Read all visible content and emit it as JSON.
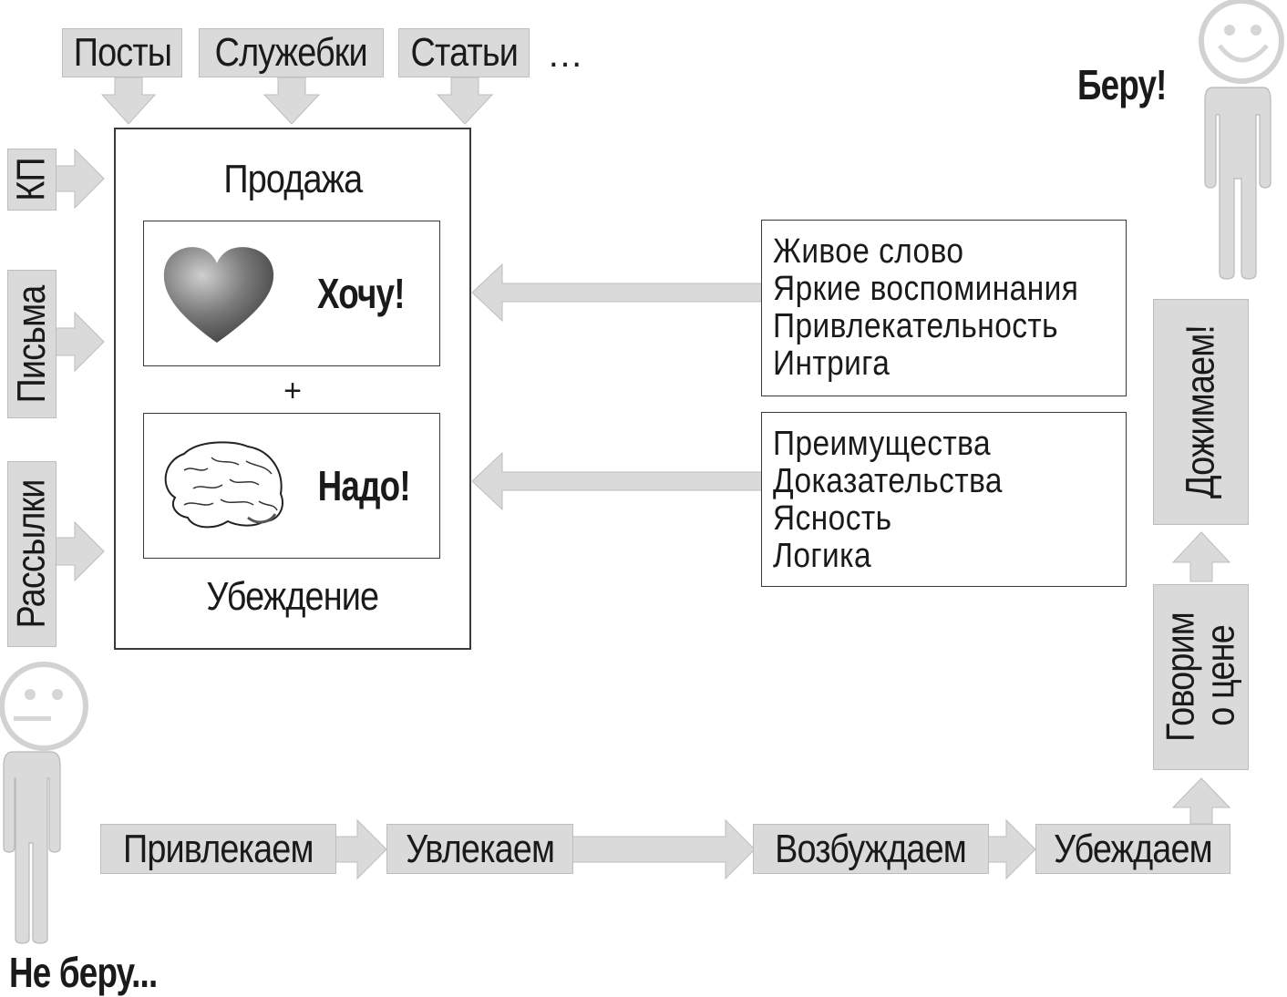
{
  "sources_top": [
    {
      "label": "Посты"
    },
    {
      "label": "Служебки"
    },
    {
      "label": "Статьи"
    }
  ],
  "sources_top_more": "…",
  "sources_left": [
    {
      "label": "КП"
    },
    {
      "label": "Письма"
    },
    {
      "label": "Рассылки"
    }
  ],
  "center": {
    "title_top": "Продажа",
    "emotion_label": "Хочу!",
    "plus": "+",
    "logic_label": "Надо!",
    "title_bottom": "Убеждение"
  },
  "emotion_factors": [
    "Живое слово",
    "Яркие воспоминания",
    "Привлекательность",
    "Интрига"
  ],
  "logic_factors": [
    "Преимущества",
    "Доказательства",
    "Ясность",
    "Логика"
  ],
  "pipeline": [
    {
      "label": "Привлекаем"
    },
    {
      "label": "Увлекаем"
    },
    {
      "label": "Возбуждаем"
    },
    {
      "label": "Убеждаем"
    }
  ],
  "pipeline_vertical": [
    {
      "label": "Говорим",
      "label2": "о цене"
    },
    {
      "label": "Дожимаем!"
    }
  ],
  "person_start": {
    "caption": "Не беру...",
    "mood": "neutral-face"
  },
  "person_end": {
    "caption": "Беру!",
    "mood": "smiling-face"
  },
  "colors": {
    "box_fill": "#dadada",
    "frame": "#3a3a3a",
    "text": "#1a1a1a"
  }
}
